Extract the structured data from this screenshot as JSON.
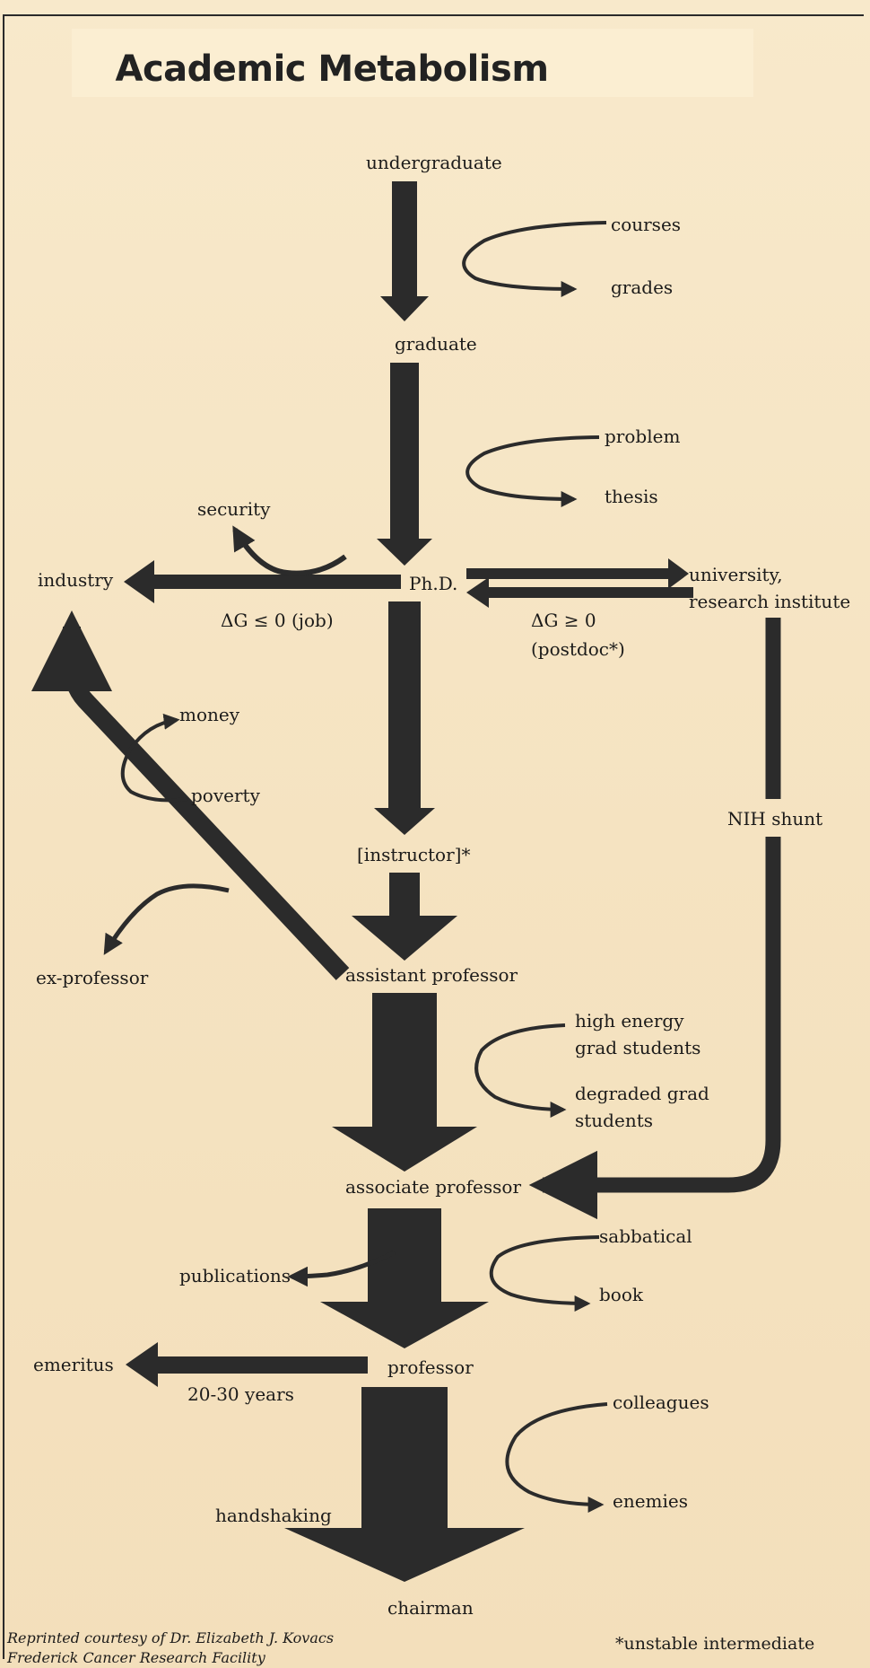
{
  "title": "Academic Metabolism",
  "stages": {
    "undergraduate": "undergraduate",
    "graduate": "graduate",
    "phd": "Ph.D.",
    "instructor": "[instructor]*",
    "assistant_professor": "assistant professor",
    "associate_professor": "associate professor",
    "professor": "professor",
    "chairman": "chairman"
  },
  "cycles": {
    "courses": "courses",
    "grades": "grades",
    "problem": "problem",
    "thesis": "thesis",
    "money": "money",
    "poverty": "poverty",
    "high_energy_grad_students": "high energy grad students",
    "degraded_grad_students": "degraded grad students",
    "sabbatical": "sabbatical",
    "book": "book",
    "colleagues": "colleagues",
    "enemies": "enemies"
  },
  "branches": {
    "security": "security",
    "industry": "industry",
    "university_research_institute": "university, research institute",
    "delta_g_job": "ΔG ≤ 0 (job)",
    "delta_g_postdoc_1": "ΔG ≥ 0",
    "delta_g_postdoc_2": "(postdoc*)",
    "nih_shunt": "NIH shunt",
    "ex_professor": "ex-professor",
    "publications": "publications",
    "emeritus": "emeritus",
    "emeritus_years": "20-30 years",
    "handshaking": "handshaking"
  },
  "footer": {
    "credit_line1": "Reprinted courtesy of Dr. Elizabeth J. Kovacs",
    "credit_line2": "Frederick Cancer Research Facility",
    "footnote": "*unstable intermediate"
  },
  "colors": {
    "ink": "#2b2b2b",
    "paper": "#f6e6c6"
  }
}
